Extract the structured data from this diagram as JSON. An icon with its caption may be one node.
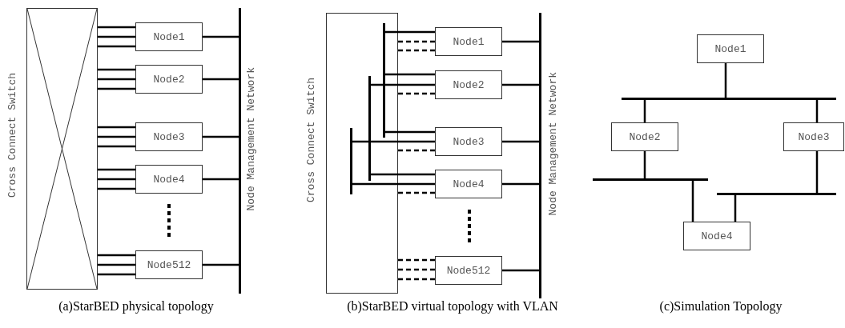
{
  "diagram": {
    "nodes": [
      {
        "text": [
          "Cross Connect Switch"
        ]
      },
      {
        "text": [
          "Node1"
        ]
      },
      {
        "text": [
          "Node2"
        ]
      },
      {
        "text": [
          "Node3"
        ]
      },
      {
        "text": [
          "Node4"
        ]
      },
      {
        "text": [
          "Node512"
        ]
      },
      {
        "text": [
          "Node Management Network"
        ]
      },
      {
        "text": [
          "Cross Connect Switch"
        ]
      },
      {
        "text": [
          "Node1"
        ]
      },
      {
        "text": [
          "Node2"
        ]
      },
      {
        "text": [
          "Node3"
        ]
      },
      {
        "text": [
          "Node4"
        ]
      },
      {
        "text": [
          "Node512"
        ]
      },
      {
        "text": [
          "Node Management Network"
        ]
      },
      {
        "text": [],
        "shape": "bar",
        "in": 7
      },
      {
        "text": [],
        "shape": "bar",
        "in": 7
      },
      {
        "text": [],
        "shape": "bar",
        "in": 7
      },
      {
        "text": [
          "Node1"
        ]
      },
      {
        "text": [
          "Node2"
        ]
      },
      {
        "text": [
          "Node3"
        ]
      },
      {
        "text": [
          "Node4"
        ]
      },
      {
        "text": [],
        "shape": "bar"
      },
      {
        "text": [],
        "shape": "bar"
      },
      {
        "text": [],
        "shape": "bar"
      }
    ],
    "edges": [
      {
        "from": 0,
        "to": 1,
        "arrow": "none"
      },
      {
        "from": 0,
        "to": 1,
        "arrow": "none"
      },
      {
        "from": 0,
        "to": 1,
        "arrow": "none"
      },
      {
        "from": 0,
        "to": 2,
        "arrow": "none"
      },
      {
        "from": 0,
        "to": 2,
        "arrow": "none"
      },
      {
        "from": 0,
        "to": 2,
        "arrow": "none"
      },
      {
        "from": 0,
        "to": 3,
        "arrow": "none"
      },
      {
        "from": 0,
        "to": 3,
        "arrow": "none"
      },
      {
        "from": 0,
        "to": 3,
        "arrow": "none"
      },
      {
        "from": 0,
        "to": 4,
        "arrow": "none"
      },
      {
        "from": 0,
        "to": 4,
        "arrow": "none"
      },
      {
        "from": 0,
        "to": 4,
        "arrow": "none"
      },
      {
        "from": 0,
        "to": 5,
        "arrow": "none"
      },
      {
        "from": 0,
        "to": 5,
        "arrow": "none"
      },
      {
        "from": 0,
        "to": 5,
        "arrow": "none"
      },
      {
        "from": 1,
        "to": 6,
        "arrow": "none"
      },
      {
        "from": 2,
        "to": 6,
        "arrow": "none"
      },
      {
        "from": 3,
        "to": 6,
        "arrow": "none"
      },
      {
        "from": 4,
        "to": 6,
        "arrow": "none"
      },
      {
        "from": 5,
        "to": 6,
        "arrow": "none"
      },
      {
        "from": 14,
        "to": 8,
        "arrow": "none"
      },
      {
        "from": 14,
        "to": 9,
        "arrow": "none"
      },
      {
        "from": 14,
        "to": 10,
        "arrow": "none"
      },
      {
        "from": 15,
        "to": 9,
        "arrow": "none"
      },
      {
        "from": 15,
        "to": 11,
        "arrow": "none"
      },
      {
        "from": 16,
        "to": 10,
        "arrow": "none"
      },
      {
        "from": 16,
        "to": 11,
        "arrow": "none"
      },
      {
        "from": 7,
        "to": 8,
        "arrow": "none",
        "style": "dashed"
      },
      {
        "from": 7,
        "to": 8,
        "arrow": "none",
        "style": "dashed"
      },
      {
        "from": 7,
        "to": 9,
        "arrow": "none",
        "style": "dashed"
      },
      {
        "from": 7,
        "to": 10,
        "arrow": "none",
        "style": "dashed"
      },
      {
        "from": 7,
        "to": 11,
        "arrow": "none",
        "style": "dashed"
      },
      {
        "from": 7,
        "to": 12,
        "arrow": "none",
        "style": "dashed"
      },
      {
        "from": 7,
        "to": 12,
        "arrow": "none",
        "style": "dashed"
      },
      {
        "from": 7,
        "to": 12,
        "arrow": "none",
        "style": "dashed"
      },
      {
        "from": 8,
        "to": 13,
        "arrow": "none"
      },
      {
        "from": 9,
        "to": 13,
        "arrow": "none"
      },
      {
        "from": 10,
        "to": 13,
        "arrow": "none"
      },
      {
        "from": 11,
        "to": 13,
        "arrow": "none"
      },
      {
        "from": 12,
        "to": 13,
        "arrow": "none"
      },
      {
        "from": 17,
        "to": 21,
        "arrow": "none"
      },
      {
        "from": 21,
        "to": 18,
        "arrow": "none"
      },
      {
        "from": 21,
        "to": 19,
        "arrow": "none"
      },
      {
        "from": 18,
        "to": 22,
        "arrow": "none"
      },
      {
        "from": 22,
        "to": 20,
        "arrow": "none"
      },
      {
        "from": 19,
        "to": 23,
        "arrow": "none"
      },
      {
        "from": 23,
        "to": 20,
        "arrow": "none"
      }
    ],
    "labels": [
      "(a)StarBED physical topology",
      "(b)StarBED virtual topology with VLAN",
      "(c)Simulation Topology"
    ]
  }
}
